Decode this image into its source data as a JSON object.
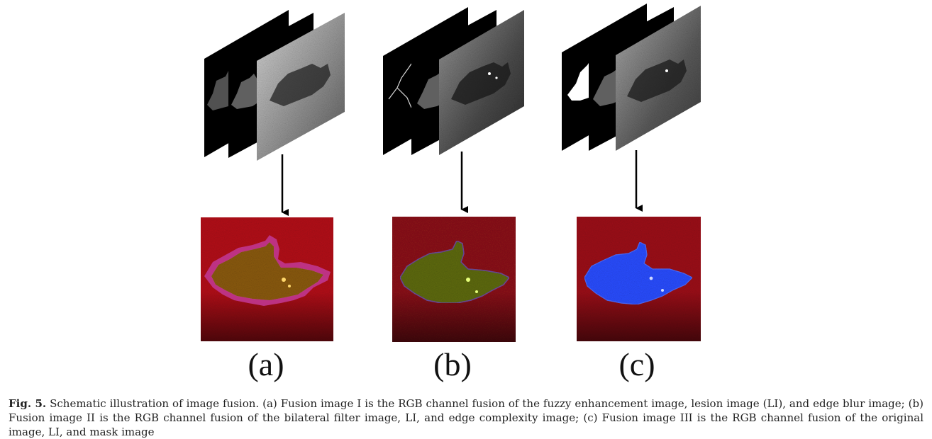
{
  "figure": {
    "panels": [
      {
        "id": "a",
        "label": "(a)"
      },
      {
        "id": "b",
        "label": "(b)"
      },
      {
        "id": "c",
        "label": "(c)"
      }
    ],
    "colors": {
      "fusion_a_background": "#b3121a",
      "fusion_a_halo": "#c0368f",
      "fusion_a_lesion": "#8a5a10",
      "fusion_b_background": "#8a1318",
      "fusion_b_lesion": "#5e6a12",
      "fusion_c_background": "#9c121a",
      "fusion_c_lesion": "#2a4dff",
      "arrow": "#000000"
    }
  },
  "caption": {
    "tag": "Fig. 5.",
    "text": " Schematic illustration of image fusion. (a) Fusion image I is the RGB channel fusion of the fuzzy enhancement image, lesion image (LI), and edge blur image; (b) Fusion image II is the RGB channel fusion of the bilateral filter image, LI, and edge complexity image; (c) Fusion image III is the RGB channel fusion of the original image, LI, and mask image"
  }
}
